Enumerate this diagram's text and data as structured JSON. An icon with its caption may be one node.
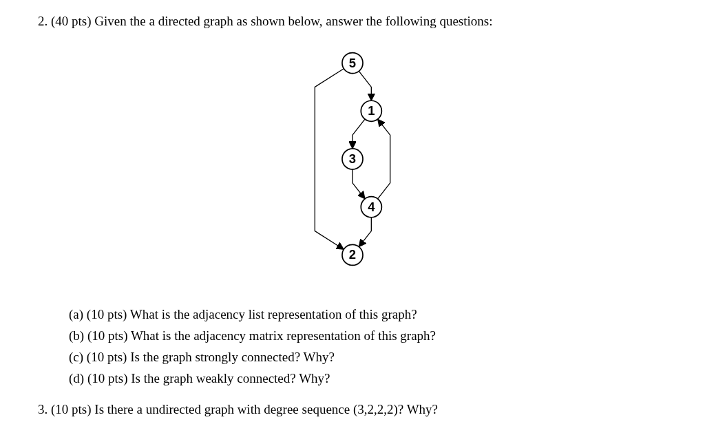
{
  "diagram": {
    "title": "2. (40 pts) Given the a directed graph as shown below, answer the following questions:",
    "nodes": [
      {
        "text": [
          "5"
        ]
      },
      {
        "text": [
          "1"
        ]
      },
      {
        "text": [
          "2"
        ]
      },
      {
        "text": [
          "4"
        ]
      },
      {
        "text": [
          "3"
        ]
      }
    ],
    "edges": [
      {
        "from": 0,
        "to": 1,
        "arrow": "to"
      },
      {
        "from": 0,
        "to": 2,
        "arrow": "to"
      },
      {
        "from": 1,
        "to": 4,
        "arrow": "to"
      },
      {
        "from": 3,
        "to": 1,
        "arrow": "to"
      },
      {
        "from": 3,
        "to": 2,
        "arrow": "to"
      },
      {
        "from": 4,
        "to": 3,
        "arrow": "to"
      }
    ],
    "labels": [
      "(a) (10 pts) What is the adjacency list representation of this graph?",
      "(b) (10 pts) What is the adjacency matrix representation of this graph?",
      "(c) (10 pts) Is the graph strongly connected? Why?",
      "(d) (10 pts) Is the graph weakly connected? Why?",
      "3. (10 pts) Is there a undirected graph with degree sequence (3,2,2,2)? Why?"
    ]
  }
}
